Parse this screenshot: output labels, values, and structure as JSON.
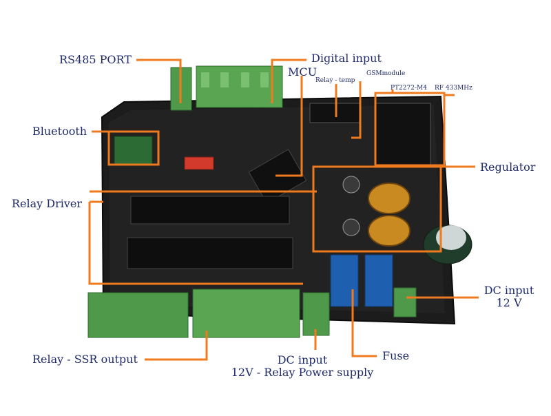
{
  "labels": {
    "rs485": "RS485 PORT",
    "digital_input": "Digital input",
    "mcu": "MCU",
    "relay_temp": "Relay - temp",
    "gsm": "GSMmodule",
    "pt2272": "PT2272-M4",
    "rf433": "RF 433MHz",
    "bluetooth": "Bluetooth",
    "regulator": "Regulator",
    "relay_driver": "Relay Driver",
    "dc_input_right_1": "DC input",
    "dc_input_right_2": "12 V",
    "relay_ssr": "Relay - SSR output",
    "dc_input_bottom_1": "DC input",
    "dc_input_bottom_2": "12V - Relay Power supply",
    "fuse": "Fuse"
  },
  "colors": {
    "label_text": "#1f2a6b",
    "callout": "#f07a1e",
    "board": "#1c1c1c",
    "terminal_green": "#4f9a4a",
    "relay_blue": "#1e5fb0"
  },
  "icons": {
    "board": "pcb-controller-board"
  }
}
